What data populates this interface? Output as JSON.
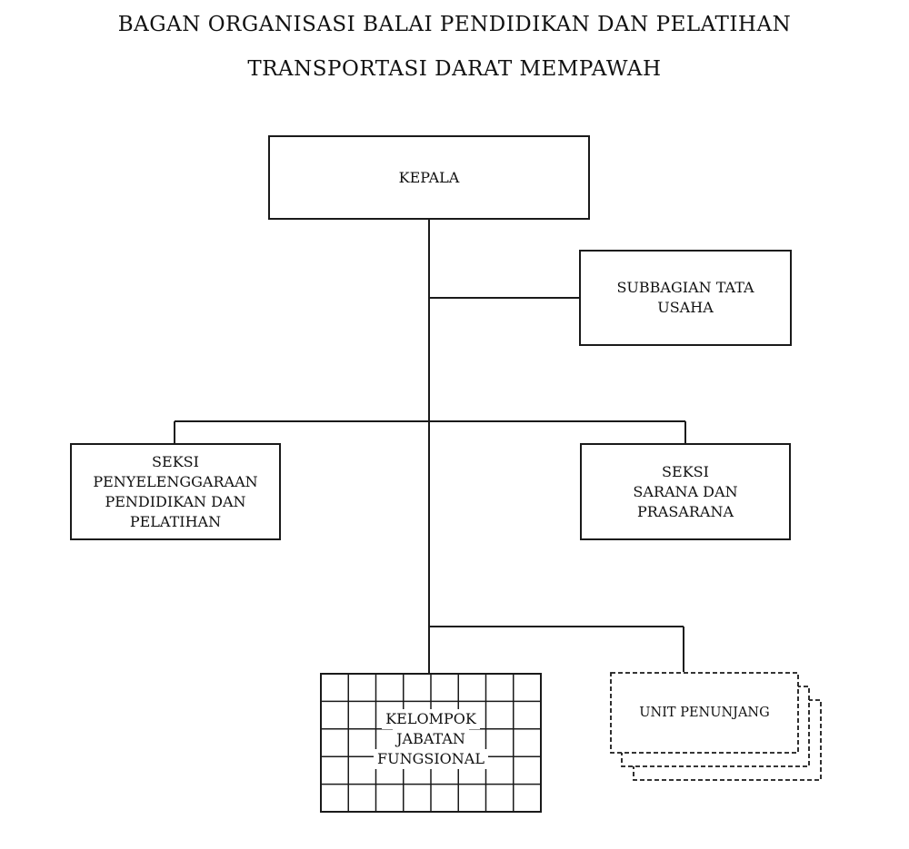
{
  "title": {
    "line1": "BAGAN ORGANISASI BALAI PENDIDIKAN DAN PELATIHAN",
    "line2": "TRANSPORTASI DARAT MEMPAWAH"
  },
  "nodes": {
    "kepala": {
      "label": "KEPALA"
    },
    "subbagian": {
      "line1": "SUBBAGIAN TATA",
      "line2": "USAHA"
    },
    "seksi_penyelenggaraan": {
      "line1": "SEKSI",
      "line2": "PENYELENGGARAAN",
      "line3": "PENDIDIKAN DAN",
      "line4": "PELATIHAN"
    },
    "seksi_sarana": {
      "line1": "SEKSI",
      "line2": "SARANA DAN",
      "line3": "PRASARANA"
    },
    "kelompok": {
      "line1": "KELOMPOK",
      "line2": "JABATAN",
      "line3": "FUNGSIONAL"
    },
    "unit": {
      "label": "UNIT PENUNJANG"
    }
  }
}
